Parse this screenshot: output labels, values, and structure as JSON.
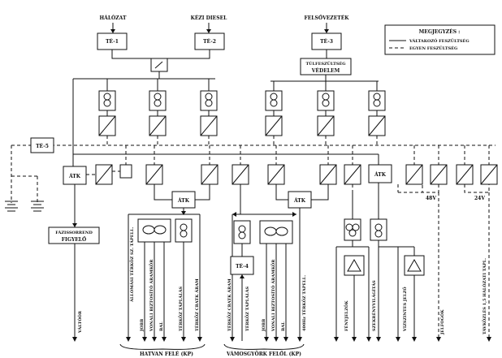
{
  "sources": {
    "halozat": "HÁLÓZAT",
    "kezi_diesel": "KÉZI DIESEL",
    "felsovezetek": "FELSŐVEZETÉK"
  },
  "te": {
    "te1": "TÉ-1",
    "te2": "TÉ-2",
    "te3": "TÉ-3",
    "te4": "TÉ-4",
    "te5": "TÉ-5"
  },
  "tulfesz": {
    "line1": "TÚLFESZÜLTSÉG",
    "line2": "VÉDELEM"
  },
  "legend": {
    "title": "MEGJEGYZÉS :",
    "ac": "VÁLTAKOZÓ FESZÜLTSÉG",
    "dc": "EGYEN FESZÜLTSÉG"
  },
  "atk": "ÁTK",
  "fazis": {
    "line1": "FÁZISSORREND",
    "line2": "FIGYELŐ"
  },
  "voltages": {
    "v48": "48V",
    "v24": "24V"
  },
  "outputs": {
    "valtoor": "VÁLTÓÓR",
    "allomasi": "ÁLLOMÁSI TÉRKÖZ SZ. TÁPELL.",
    "jobb": "JOBB",
    "vonali": "VONALI BIZTOSÍTÓ ÁRAMKÖR",
    "bal": "BAL",
    "terkoz_tap": "TÉRKÖZ TÁPLÁLÁS",
    "terkoz_cratk": "TÉRKÖZ CRATK ÁRAM",
    "terkoz_tap2": "TÉRKÖZ TÁPLÁLÁS",
    "terkoz_cratk2": "TÉRKÖZ CRATK ÁRAM",
    "jobb2": "JOBB",
    "vonali2": "VONALI BIZTOSÍTÓ ÁRAMKÖR",
    "bal2": "BAL",
    "allomasi2": "400Hz TÉRKÖZ TÁPELL.",
    "fenyjelzo": "FÉNYJELZŐK",
    "szekrenyvil": "SZEKRÉNYVILÁGÍTÁS",
    "vizszintes": "VIZSZINTES JELZŐ",
    "jelfogok": "JELFOGÓK",
    "tavkozles": "TÁVKÖZLÉS 1,5 HÁLÓZATI TÁPL."
  },
  "directions": {
    "hatvan": "HATVAN FELÉ (KP)",
    "vamosgyork": "VÁMOSGYÖRK FELŐL (KP)"
  }
}
